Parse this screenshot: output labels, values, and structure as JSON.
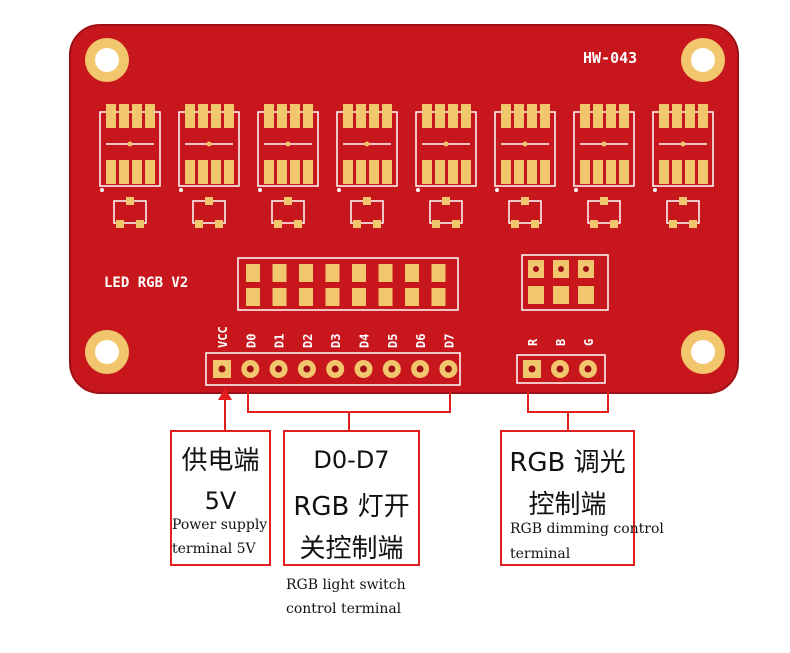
{
  "board": {
    "model": "HW-043",
    "name": "LED RGB V2",
    "segment_count": 8,
    "colors": {
      "pcb": "#c8161d",
      "pcb_edge": "#9e0f15",
      "pad": "#f2c66d",
      "silk": "#ffffff",
      "callout": "#e21e1e"
    },
    "header_pins": [
      "VCC",
      "D0",
      "D1",
      "D2",
      "D3",
      "D4",
      "D5",
      "D6",
      "D7"
    ],
    "rgb_pins": [
      "R",
      "B",
      "G"
    ]
  },
  "callouts": {
    "power": {
      "title_cn": "供电端",
      "voltage": "5V",
      "desc_en_1": "Power supply",
      "desc_en_2": "terminal 5V"
    },
    "data": {
      "range": "D0-D7",
      "title_cn_1": "RGB 灯开",
      "title_cn_2": "关控制端",
      "desc_en_1": "RGB light switch",
      "desc_en_2": "control terminal"
    },
    "rgb": {
      "title_cn_1": "RGB 调光",
      "title_cn_2": "控制端",
      "desc_en_1": "RGB dimming control",
      "desc_en_2": "terminal"
    }
  }
}
